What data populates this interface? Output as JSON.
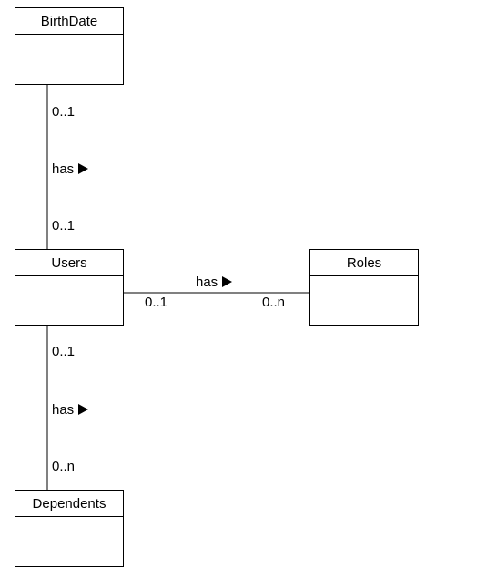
{
  "classes": {
    "birthdate": {
      "name": "BirthDate"
    },
    "users": {
      "name": "Users"
    },
    "roles": {
      "name": "Roles"
    },
    "dependents": {
      "name": "Dependents"
    }
  },
  "associations": {
    "users_birthdate": {
      "label": "has",
      "birthdate_multiplicity": "0..1",
      "users_multiplicity": "0..1"
    },
    "users_roles": {
      "label": "has",
      "users_multiplicity": "0..1",
      "roles_multiplicity": "0..n"
    },
    "users_dependents": {
      "label": "has",
      "users_multiplicity": "0..1",
      "dependents_multiplicity": "0..n"
    }
  },
  "icons": {
    "direction_arrow": "triangle-right-icon"
  },
  "colors": {
    "stroke": "#000000",
    "fill": "#ffffff"
  }
}
